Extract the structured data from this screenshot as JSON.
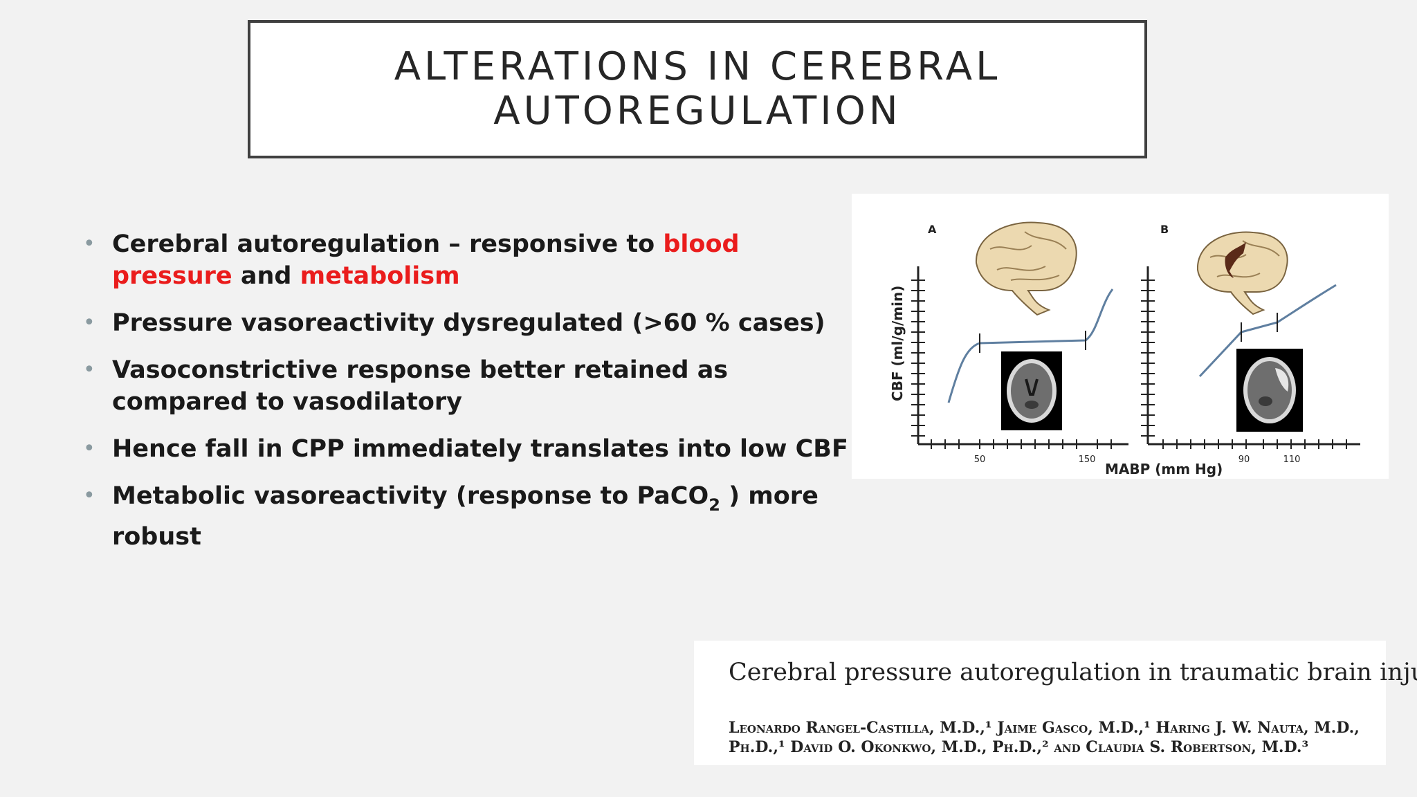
{
  "slide": {
    "title_line1": "ALTERATIONS IN CEREBRAL",
    "title_line2": "AUTOREGULATION"
  },
  "bullets": [
    {
      "pre": "Cerebral autoregulation – responsive to ",
      "red1": "blood pressure",
      "mid": " and ",
      "red2": "metabolism"
    },
    {
      "text": "Pressure vasoreactivity dysregulated (>60 % cases)"
    },
    {
      "text": "Vasoconstrictive  response better retained as compared to vasodilatory"
    },
    {
      "text": "Hence fall in CPP immediately translates into low CBF"
    },
    {
      "pre": "Metabolic vasoreactivity (response to PaCO",
      "sub": "2",
      "post": " ) more robust"
    }
  ],
  "figure": {
    "panel_a": "A",
    "panel_b": "B",
    "ylabel": "CBF (ml/g/min)",
    "xlabel": "MABP (mm Hg)",
    "ticks_a": [
      "50",
      "150"
    ],
    "ticks_b": [
      "90",
      "110"
    ]
  },
  "citation": {
    "title": "Cerebral pressure autoregulation in traumatic brain injury",
    "authors": "Leonardo Rangel-Castilla, M.D.,¹ Jaime Gasco, M.D.,¹ Haring J. W. Nauta, M.D., Ph.D.,¹ David O. Okonkwo, M.D., Ph.D.,² and Claudia S. Robertson, M.D.³"
  },
  "colors": {
    "accent_red": "#ea1c1c",
    "curve": "#5f7fa0"
  }
}
